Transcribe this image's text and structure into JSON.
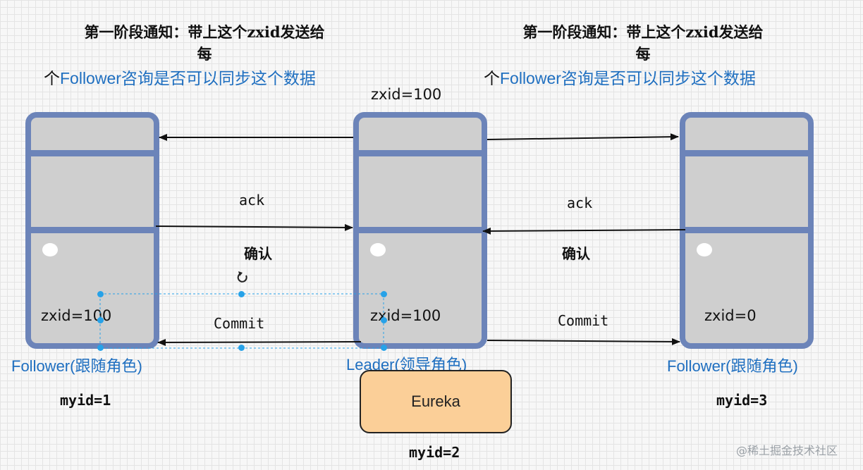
{
  "titles": {
    "left": {
      "line1": "第一阶段通知：带上这个zxid发送给",
      "line2": "每",
      "line3_prefix": "个",
      "line3_blue": "Follower咨询是否可以同步这个数据"
    },
    "right": {
      "line1": "第一阶段通知：带上这个zxid发送给",
      "line2": "每",
      "line3_prefix": "个",
      "line3_blue": "Follower咨询是否可以同步这个数据"
    }
  },
  "leader_zxid_top": "zxid=100",
  "servers": [
    {
      "zxid": "zxid=100",
      "role": "Follower(跟随角色)",
      "myid": "myid=1"
    },
    {
      "zxid": "zxid=100",
      "role": "Leader(领导角色)",
      "myid": "myid=2"
    },
    {
      "zxid": "zxid=0",
      "role": "Follower(跟随角色)",
      "myid": "myid=3"
    }
  ],
  "arrow_labels": {
    "left_ack": "ack",
    "left_confirm": "确认",
    "left_commit": "Commit",
    "right_ack": "ack",
    "right_confirm": "确认",
    "right_commit": "Commit"
  },
  "eureka": "Eureka",
  "watermark": "@稀土掘金技术社区",
  "colors": {
    "server_border": "#6c84b9",
    "server_fill": "#cfcfcf",
    "role_text": "#1f6fc0",
    "eureka_fill": "#fbcf98",
    "selection": "#27a2e8"
  }
}
